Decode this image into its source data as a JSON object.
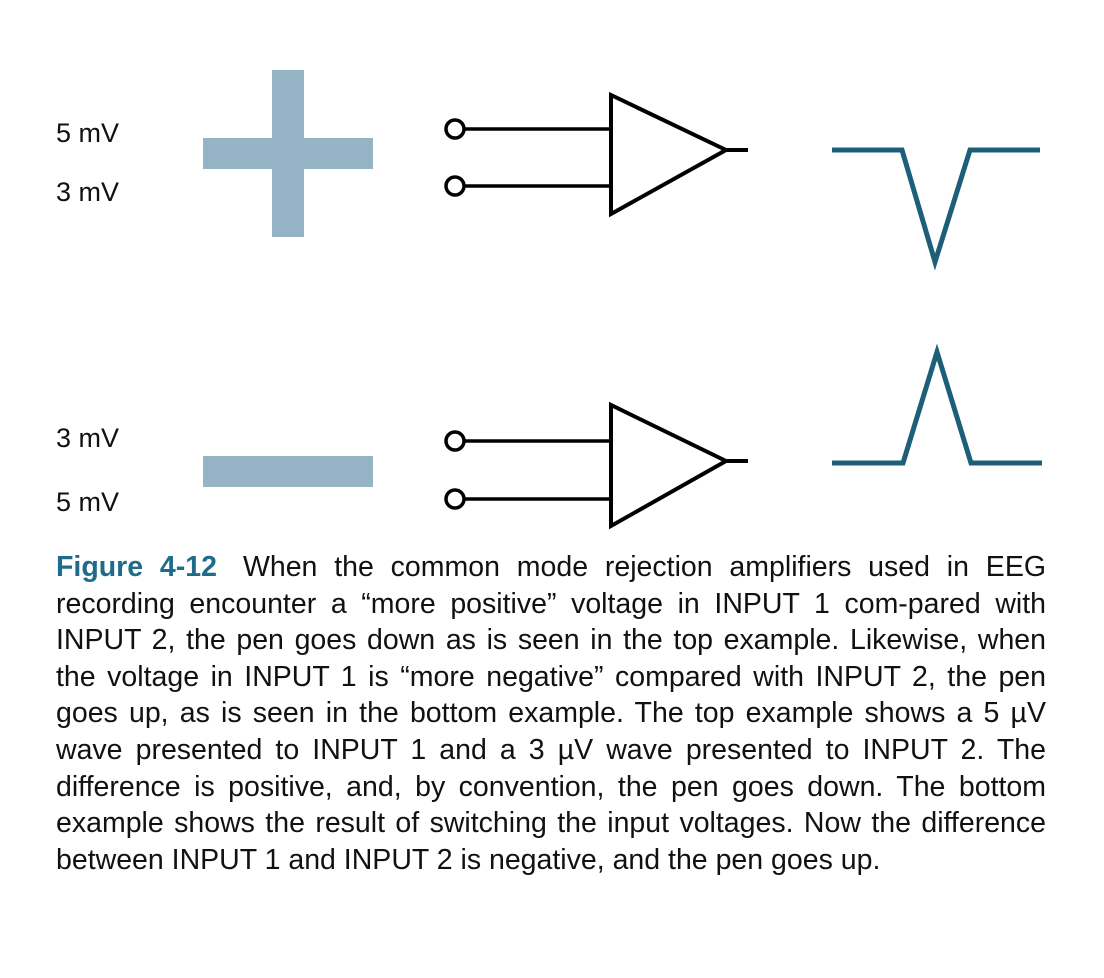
{
  "colors": {
    "polarity_symbol": "#95b5c7",
    "waveform": "#1d5f79",
    "figure_label": "#1f6c8a",
    "lines": "#000000"
  },
  "top_example": {
    "input1_label": "5 mV",
    "input2_label": "3 mV",
    "polarity_icon": "plus-icon",
    "pen_direction": "down"
  },
  "bottom_example": {
    "input1_label": "3 mV",
    "input2_label": "5 mV",
    "polarity_icon": "minus-icon",
    "pen_direction": "up"
  },
  "caption": {
    "figure_label": "Figure 4-12",
    "text": "When the common mode rejection amplifiers used in EEG recording encounter a “more positive” voltage in INPUT 1 com-pared with INPUT 2, the pen goes down as is seen in the top example. Likewise, when the voltage in INPUT 1 is “more negative” compared with INPUT 2, the pen goes up, as is seen in the bottom example. The top example shows a 5 µV wave presented to INPUT 1 and a 3 µV wave presented to INPUT 2. The difference is positive, and, by convention, the pen goes down. The bottom example shows the result of switching the input voltages. Now the difference between INPUT 1 and INPUT 2 is negative, and the pen goes up."
  }
}
